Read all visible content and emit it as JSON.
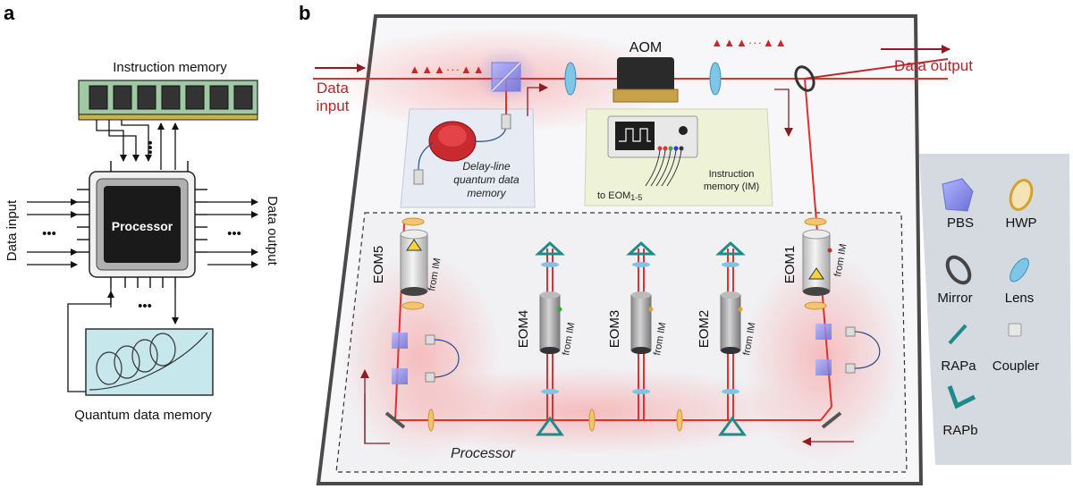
{
  "panel_a": {
    "letter": "a",
    "instruction_memory": "Instruction memory",
    "processor": "Processor",
    "data_input": "Data input",
    "data_output": "Data output",
    "quantum_memory": "Quantum data memory",
    "dots": "•••"
  },
  "panel_b": {
    "letter": "b",
    "aom": "AOM",
    "data_input_line1": "Data",
    "data_input_line2": "input",
    "data_output": "Data output",
    "pulses": "▲▲▲···▲▲",
    "delay_line_1": "Delay-line",
    "delay_line_2": "quantum data",
    "delay_line_3": "memory",
    "im_line1": "Instruction",
    "im_line2": "memory (IM)",
    "to_eom": "to EOM",
    "to_eom_sub": "1-5",
    "processor": "Processor",
    "from_im": "from IM",
    "eoms": [
      {
        "label": "EOM5"
      },
      {
        "label": "EOM4"
      },
      {
        "label": "EOM3"
      },
      {
        "label": "EOM2"
      },
      {
        "label": "EOM1"
      }
    ]
  },
  "legend": {
    "items": [
      {
        "label": "PBS"
      },
      {
        "label": "HWP"
      },
      {
        "label": "Mirror"
      },
      {
        "label": "Lens"
      },
      {
        "label": "RAPa"
      },
      {
        "label": "Coupler"
      },
      {
        "label": "RAPb"
      }
    ]
  }
}
